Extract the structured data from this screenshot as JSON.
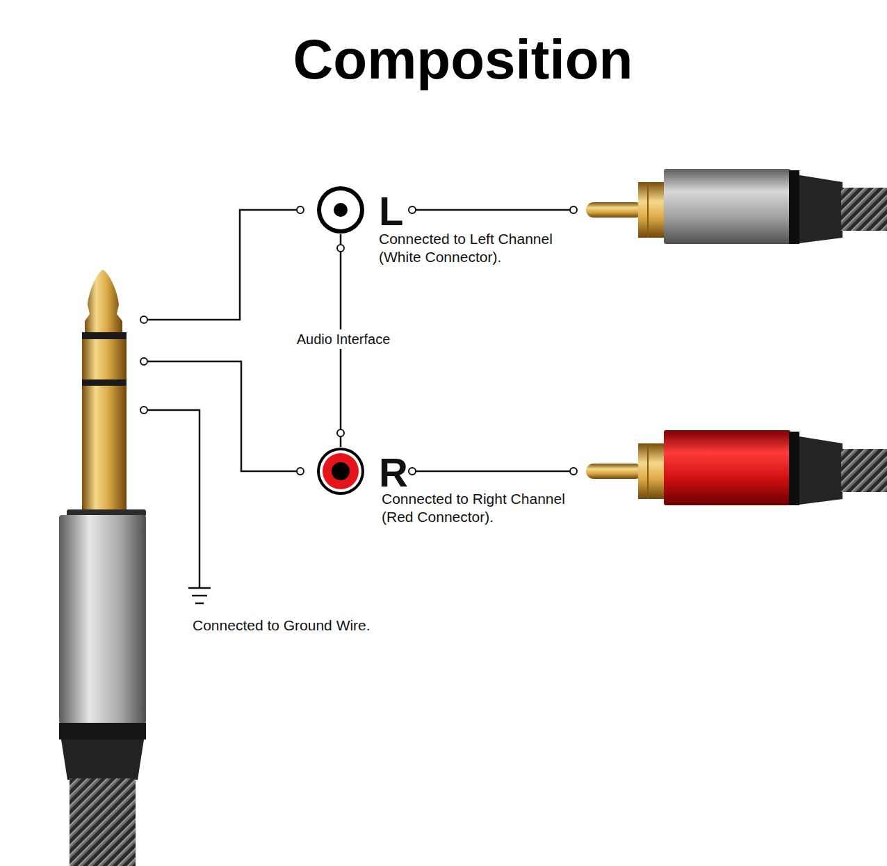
{
  "diagram": {
    "title": "Composition",
    "nodes": [
      {
        "text": [
          "L",
          "Connected to Left Channel (White Connector)."
        ]
      },
      {
        "text": [
          "R",
          "Connected to Right Channel (Red Connector)."
        ]
      }
    ],
    "edges": [
      {
        "from": 0,
        "to": 1,
        "label": "Audio Interface",
        "arrow": "none"
      }
    ],
    "labels": [
      "Connected to Ground Wire."
    ]
  }
}
